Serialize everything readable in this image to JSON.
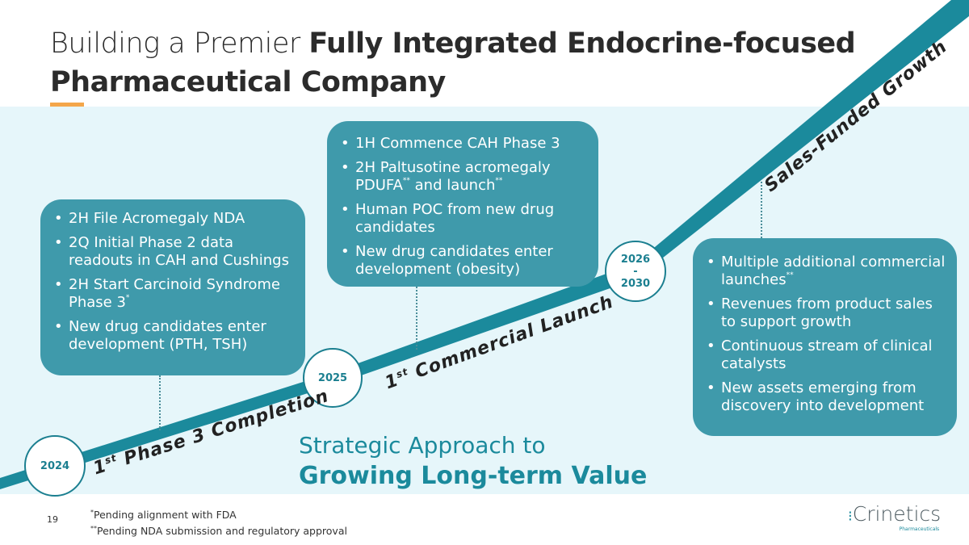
{
  "title": {
    "regular": "Building a Premier ",
    "bold_line1": "Fully Integrated Endocrine-focused",
    "bold_line2": "Pharmaceutical Company"
  },
  "milestones": [
    {
      "year": "2024",
      "label_sup": "st",
      "label_pre": "1",
      "label": " Phase 3 Completion"
    },
    {
      "year": "2025",
      "label_sup": "st",
      "label_pre": "1",
      "label": " Commercial Launch"
    },
    {
      "year": "2026 - 2030",
      "label": "Sales-Funded Growth"
    }
  ],
  "boxes": {
    "left": [
      "2H File Acromegaly NDA",
      "2Q Initial Phase 2 data readouts in CAH and Cushings",
      "2H Start Carcinoid Syndrome Phase 3",
      "New drug candidates enter development (PTH, TSH)"
    ],
    "middle": [
      "1H Commence CAH Phase 3",
      "2H Paltusotine acromegaly PDUFA",
      "and launch",
      "Human POC from new drug candidates",
      "New drug candidates enter development (obesity)"
    ],
    "right": [
      "Multiple additional commercial launches",
      "Revenues from product sales to support growth",
      "Continuous stream of clinical catalysts",
      "New assets emerging from discovery into development"
    ]
  },
  "strategy": {
    "line1": "Strategic Approach to",
    "line2": "Growing Long-term Value"
  },
  "footnotes": {
    "page": "19",
    "note1_mark": "*",
    "note1": "Pending alignment with FDA",
    "note2_mark": "**",
    "note2": "Pending NDA submission and regulatory approval"
  },
  "logo": {
    "name": "Crinetics",
    "sub": "Pharmaceuticals"
  },
  "colors": {
    "teal": "#1b8a9c",
    "box": "#3f9aab",
    "band": "#e6f6fa",
    "accent": "#f4a64a"
  }
}
